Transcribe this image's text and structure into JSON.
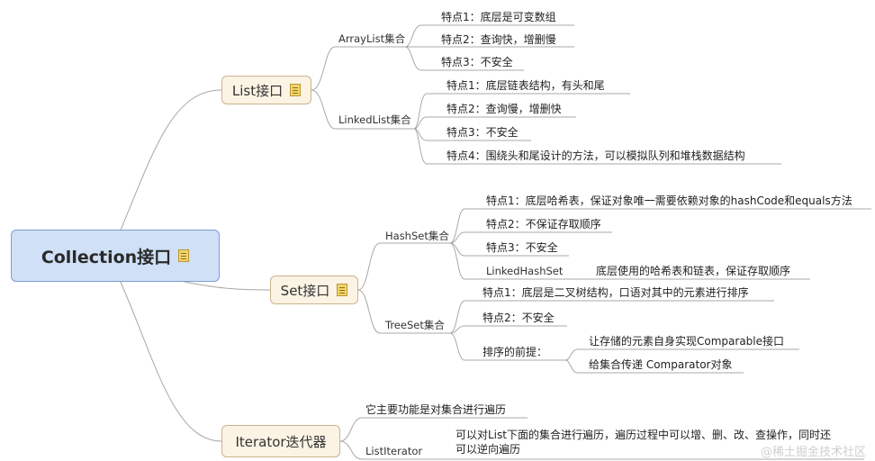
{
  "root": {
    "label": "Collection接口"
  },
  "list": {
    "label": "List接口",
    "arraylist": {
      "label": "ArrayList集合",
      "points": [
        "特点1：底层是可变数组",
        "特点2：查询快，增删慢",
        "特点3：不安全"
      ]
    },
    "linkedlist": {
      "label": "LinkedList集合",
      "points": [
        "特点1：底层链表结构，有头和尾",
        "特点2：查询慢，增删快",
        "特点3：不安全",
        "特点4：围绕头和尾设计的方法，可以模拟队列和堆栈数据结构"
      ]
    }
  },
  "set": {
    "label": "Set接口",
    "hashset": {
      "label": "HashSet集合",
      "points": [
        "特点1：底层哈希表，保证对象唯一需要依赖对象的hashCode和equals方法",
        "特点2：不保证存取顺序",
        "特点3：不安全"
      ],
      "linked": {
        "label": "LinkedHashSet",
        "desc": "底层使用的哈希表和链表，保证存取顺序"
      }
    },
    "treeset": {
      "label": "TreeSet集合",
      "points": [
        "特点1：底层是二叉树结构，口语对其中的元素进行排序",
        "特点2：不安全"
      ],
      "premise": {
        "label": "排序的前提：",
        "items": [
          "让存储的元素自身实现Comparable接口",
          "给集合传递 Comparator对象"
        ]
      }
    }
  },
  "iterator": {
    "label": "Iterator迭代器",
    "desc": "它主要功能是对集合进行遍历",
    "listiterator": {
      "label": "ListIterator",
      "desc_line1": "可以对List下面的集合进行遍历，遍历过程中可以增、删、改、查操作，同时还",
      "desc_line2": "可以逆向遍历"
    }
  },
  "watermark": "@稀土掘金技术社区",
  "colors": {
    "root_fill": "#cfe0f7",
    "main_fill": "#fbf3e4",
    "line": "#a8a8a8"
  }
}
